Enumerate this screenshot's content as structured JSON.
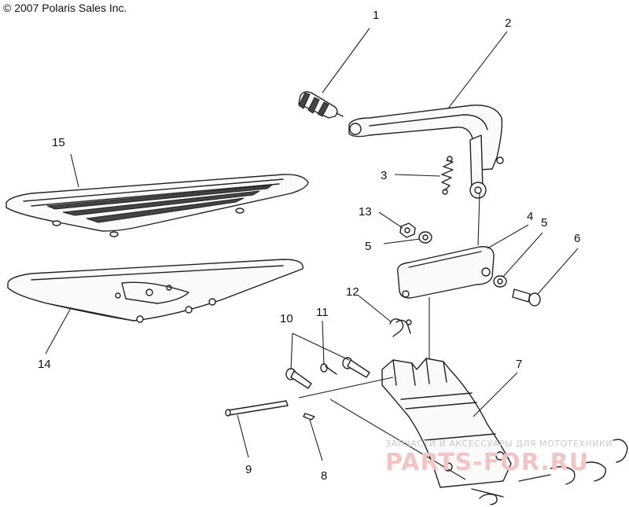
{
  "copyright": "© 2007 Polaris Sales Inc.",
  "callouts": [
    {
      "id": "1",
      "label": "1"
    },
    {
      "id": "2",
      "label": "2"
    },
    {
      "id": "3",
      "label": "3"
    },
    {
      "id": "4",
      "label": "4"
    },
    {
      "id": "5a",
      "label": "5"
    },
    {
      "id": "5b",
      "label": "5"
    },
    {
      "id": "6",
      "label": "6"
    },
    {
      "id": "7",
      "label": "7"
    },
    {
      "id": "8",
      "label": "8"
    },
    {
      "id": "9",
      "label": "9"
    },
    {
      "id": "10",
      "label": "10"
    },
    {
      "id": "11",
      "label": "11"
    },
    {
      "id": "12",
      "label": "12"
    },
    {
      "id": "13",
      "label": "13"
    },
    {
      "id": "14",
      "label": "14"
    },
    {
      "id": "15",
      "label": "15"
    }
  ],
  "watermark": {
    "line1": "ЗАПЧАСТИ И АКСЕССУАРЫ ДЛЯ МОТОТЕХНИКИ",
    "line2": "PARTS-FOR.RU"
  },
  "colors": {
    "ink": "#222222",
    "watermark_red": "#f2c4c4",
    "watermark_gray": "#c9c9c9"
  }
}
